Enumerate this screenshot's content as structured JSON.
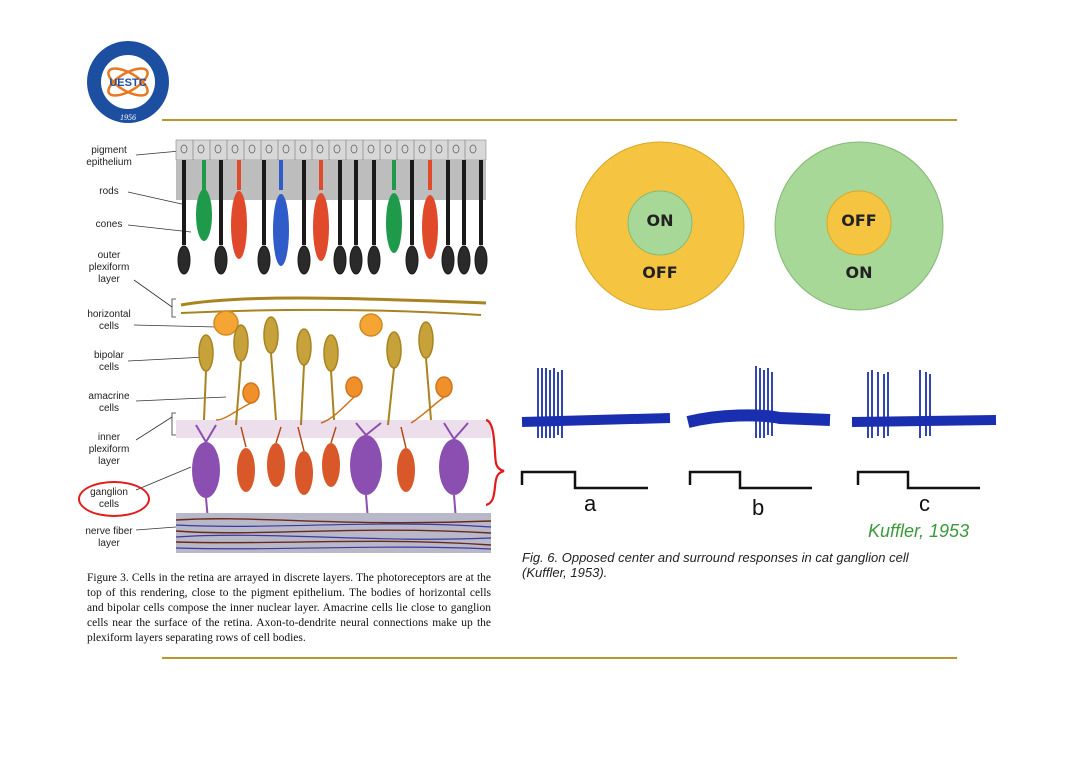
{
  "logo": {
    "text": "UESTC",
    "year": "1956"
  },
  "colors": {
    "rule": "#b8972c",
    "on_off_yellow": "#f5c542",
    "on_off_green": "#a8d898",
    "trace_blue": "#1a2fb0",
    "highlight_red": "#e21b1b",
    "kuffler_green": "#3a9a3a"
  },
  "retina": {
    "labels": {
      "pigment": "pigment\nepithelium",
      "rods": "rods",
      "cones": "cones",
      "outer": "outer\nplexiform\nlayer",
      "horizontal": "horizontal\ncells",
      "bipolar": "bipolar\ncells",
      "amacrine": "amacrine\ncells",
      "inner": "inner\nplexiform\nlayer",
      "ganglion": "ganglion\ncells",
      "nerve": "nerve fiber\nlayer"
    },
    "caption": "Figure 3. Cells in the retina are arrayed in discrete layers. The photoreceptors are at the top of this rendering, close to the pigment epithelium. The bodies of horizontal cells and bipolar cells compose the inner nuclear layer. Amacrine cells lie close to ganglion cells near the surface of the retina. Axon-to-dendrite neural connections make up the plexiform layers separating rows of cell bodies."
  },
  "receptive_fields": [
    {
      "center": "ON",
      "surround": "OFF"
    },
    {
      "center": "OFF",
      "surround": "ON"
    }
  ],
  "responses": {
    "letters": [
      "a",
      "b",
      "c"
    ],
    "credit": "Kuffler, 1953",
    "caption": "Fig. 6. Opposed center and surround responses in cat ganglion cell\n (Kuffler, 1953)."
  }
}
